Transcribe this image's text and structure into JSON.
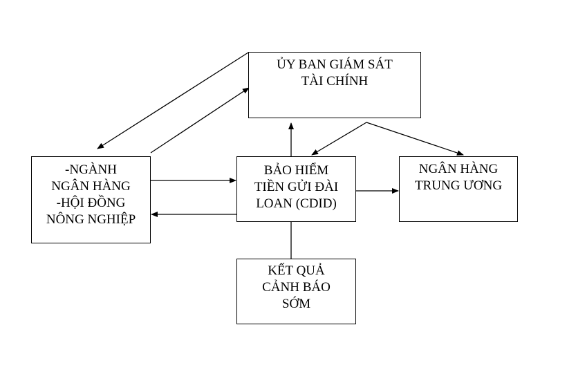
{
  "nodes": {
    "fsc": {
      "lines": [
        "ỦY BAN GIÁM SÁT",
        "TÀI CHÍNH"
      ]
    },
    "agri": {
      "lines": [
        "-NGÀNH",
        "NGÂN HÀNG",
        "-HỘI ĐỒNG",
        "NÔNG NGHIỆP"
      ]
    },
    "cdid": {
      "lines": [
        "BẢO HIỂM",
        "TIỀN GỬI ĐÀI",
        "LOAN (CDID)"
      ]
    },
    "central_bank": {
      "lines": [
        "NGÂN HÀNG",
        "TRUNG ƯƠNG"
      ]
    },
    "early_warning": {
      "lines": [
        "KẾT QUẢ",
        "CẢNH BÁO",
        "SỚM"
      ]
    }
  },
  "colors": {
    "line": "#000000",
    "box_fill": "#ffffff",
    "background": "#ffffff"
  }
}
